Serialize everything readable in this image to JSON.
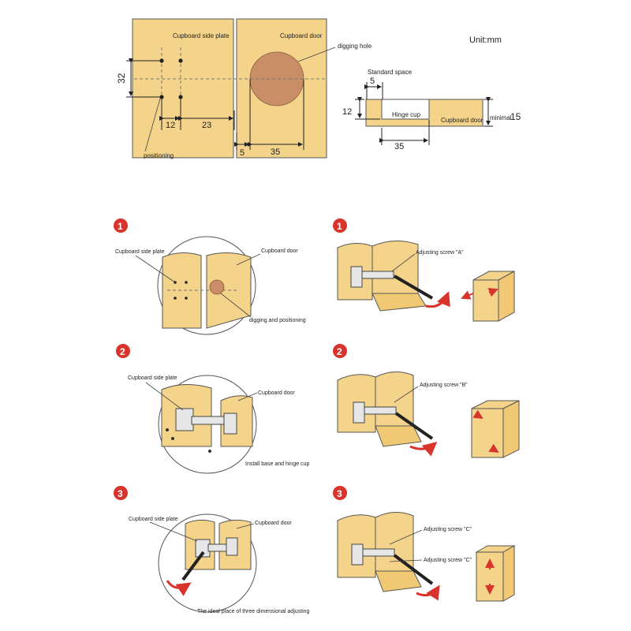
{
  "top": {
    "side_plate_label": "Cupboard side plate",
    "door_label": "Cupboard door",
    "digging_hole_label": "digging hole",
    "unit_label": "Unit:mm",
    "dim_32": "32",
    "dim_12": "12",
    "dim_23": "23",
    "dim_5": "5",
    "dim_35": "35",
    "positioning_label": "positioning",
    "standard_space_label": "Standard space",
    "cross_dim_5": "5",
    "cross_dim_12": "12",
    "hinge_cup_label": "Hinge cup",
    "cross_door_label": "Cupboard door",
    "minimal_label": "minimal",
    "minimal_value": "15",
    "cross_dim_35": "35"
  },
  "steps_left": [
    {
      "number": "1",
      "label_a": "Cupboard side plate",
      "label_b": "Cupboard door",
      "caption": "digging and positioning"
    },
    {
      "number": "2",
      "label_a": "Cupboard side plate",
      "label_b": "Cupboard door",
      "caption": "Install base and hinge cup"
    },
    {
      "number": "3",
      "label_a": "Cupboard side plate",
      "label_b": "Cupboard door",
      "caption": "The ideal place of three dimensional adjusting"
    }
  ],
  "steps_right": [
    {
      "number": "1",
      "screw_label": "Adjusting screw \"A\""
    },
    {
      "number": "2",
      "screw_label": "Adjusting screw \"B\""
    },
    {
      "number": "3",
      "screw_label": "Adjusting screw \"C\"",
      "screw_label_2": "Adjusting screw \"C\""
    }
  ],
  "colors": {
    "wood": "#f4d38a",
    "accent": "#d8342c",
    "hole": "#c98e66"
  }
}
